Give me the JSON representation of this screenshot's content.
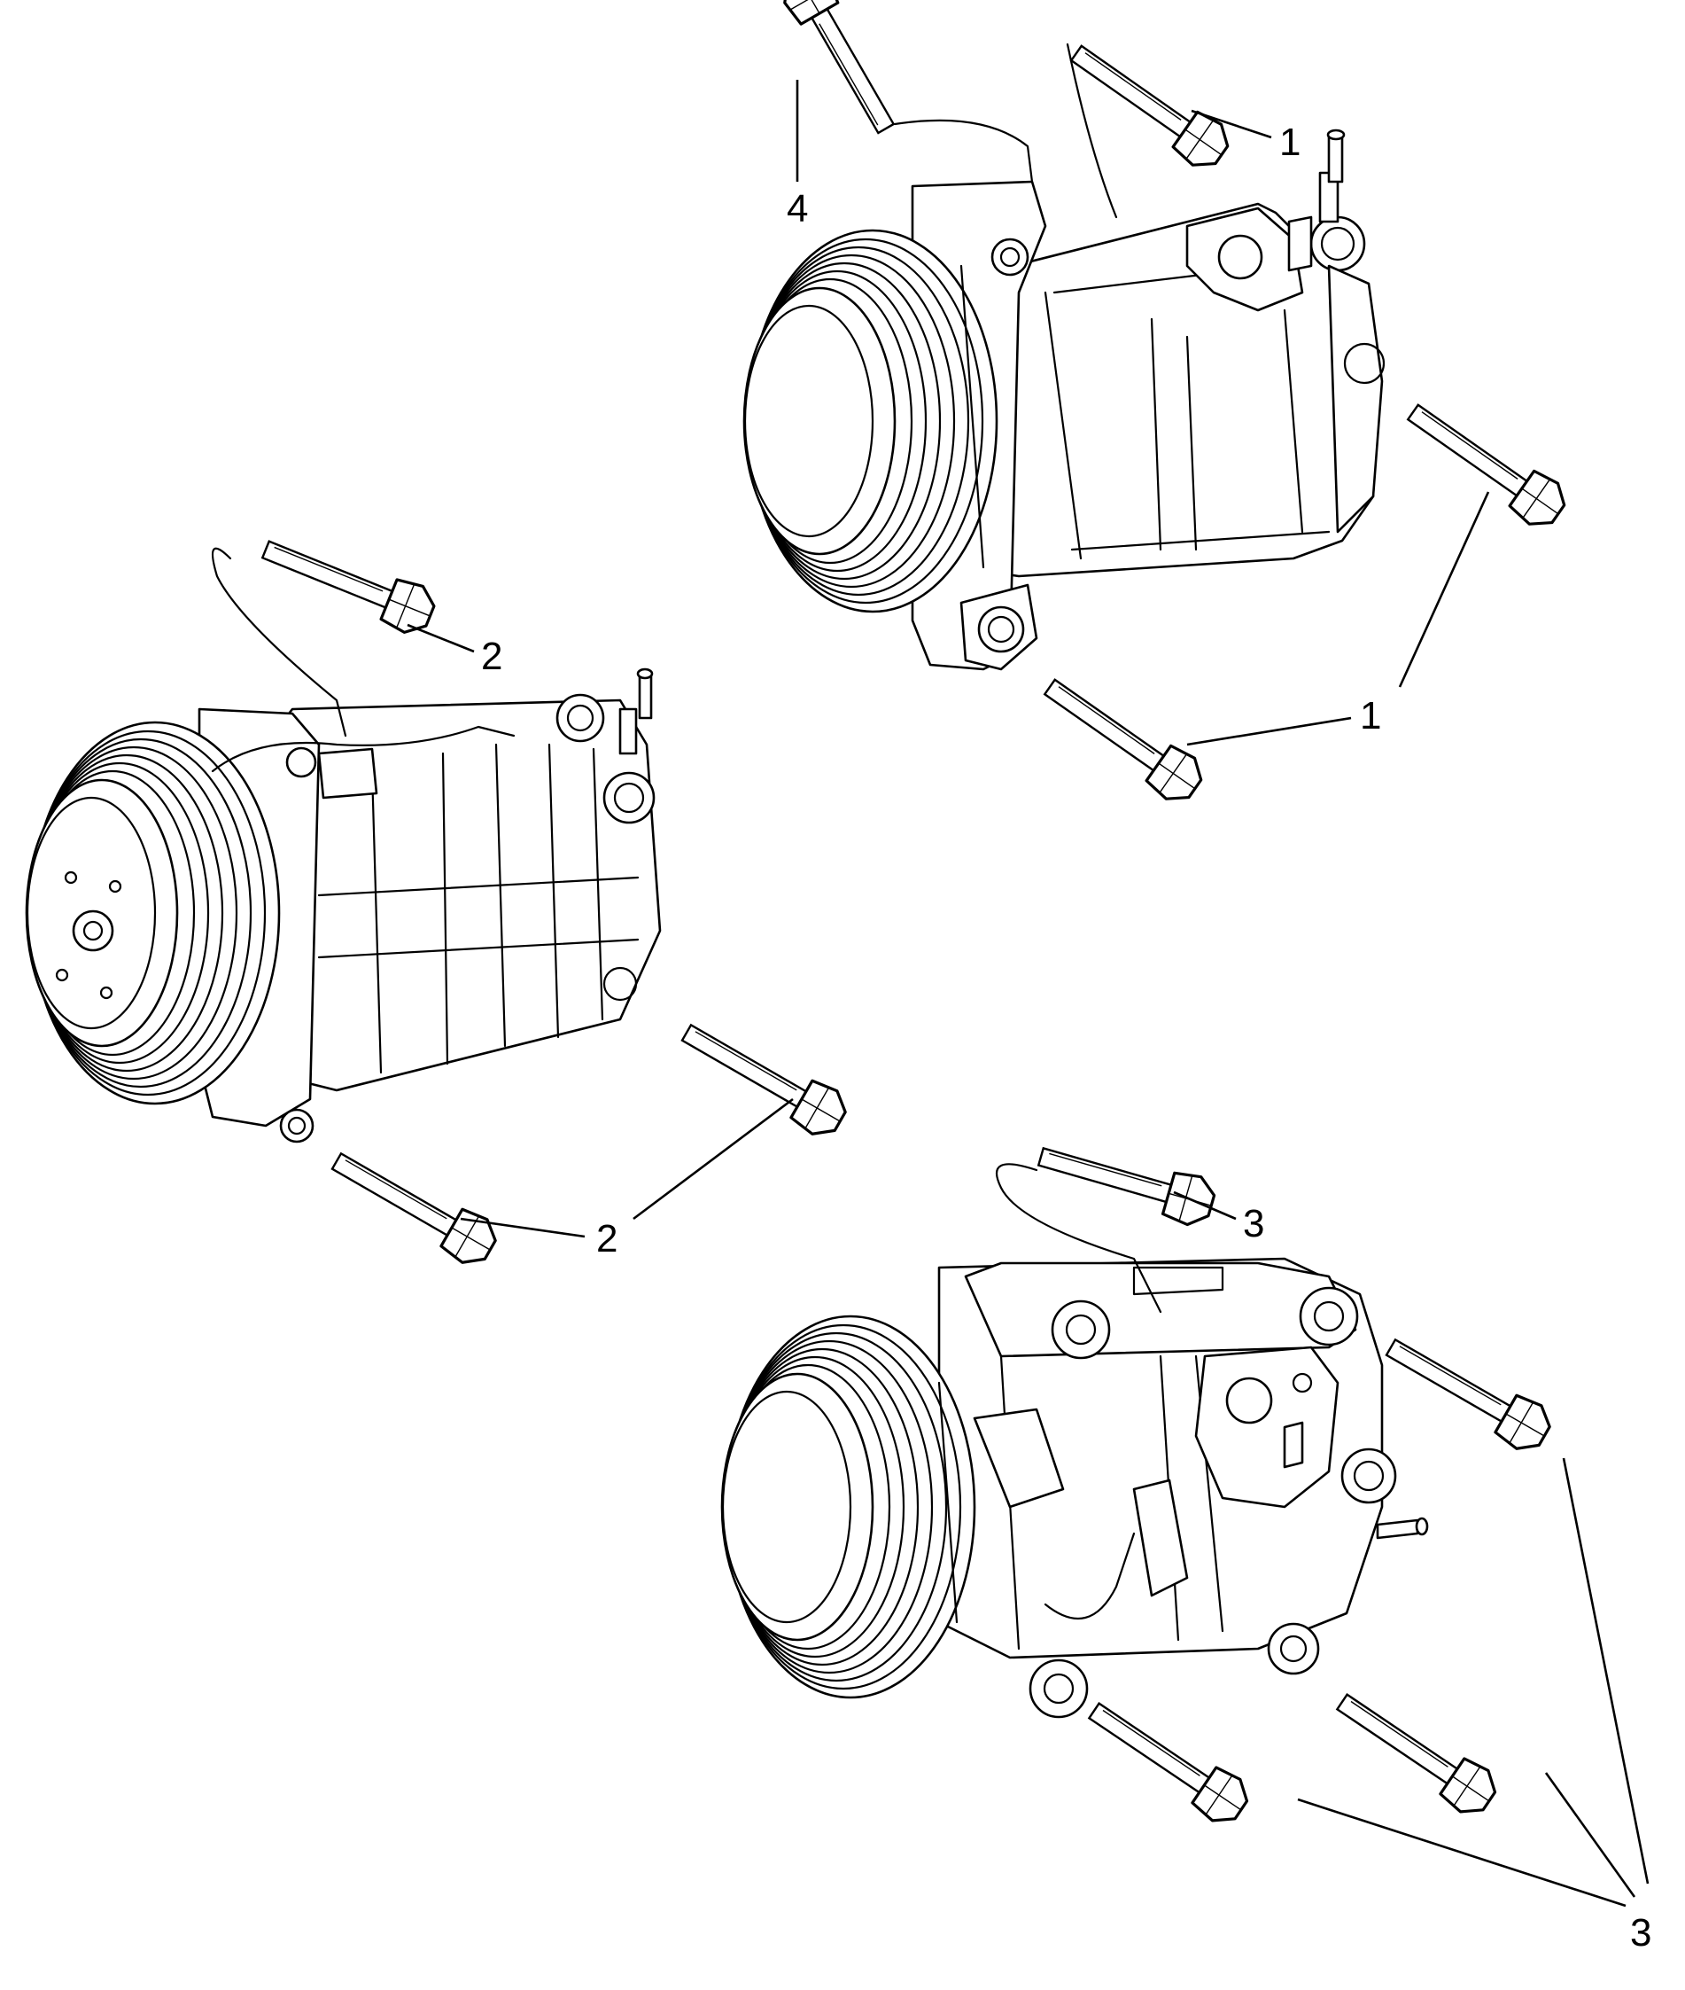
{
  "callouts": {
    "c1a": "1",
    "c1b": "1",
    "c2a": "2",
    "c2b": "2",
    "c3a": "3",
    "c3b": "3",
    "c4": "4"
  },
  "icons": {
    "compressor_top": "ac-compressor-icon",
    "compressor_left": "ac-compressor-icon",
    "compressor_bottom": "ac-compressor-icon",
    "bolt": "bolt-icon"
  }
}
